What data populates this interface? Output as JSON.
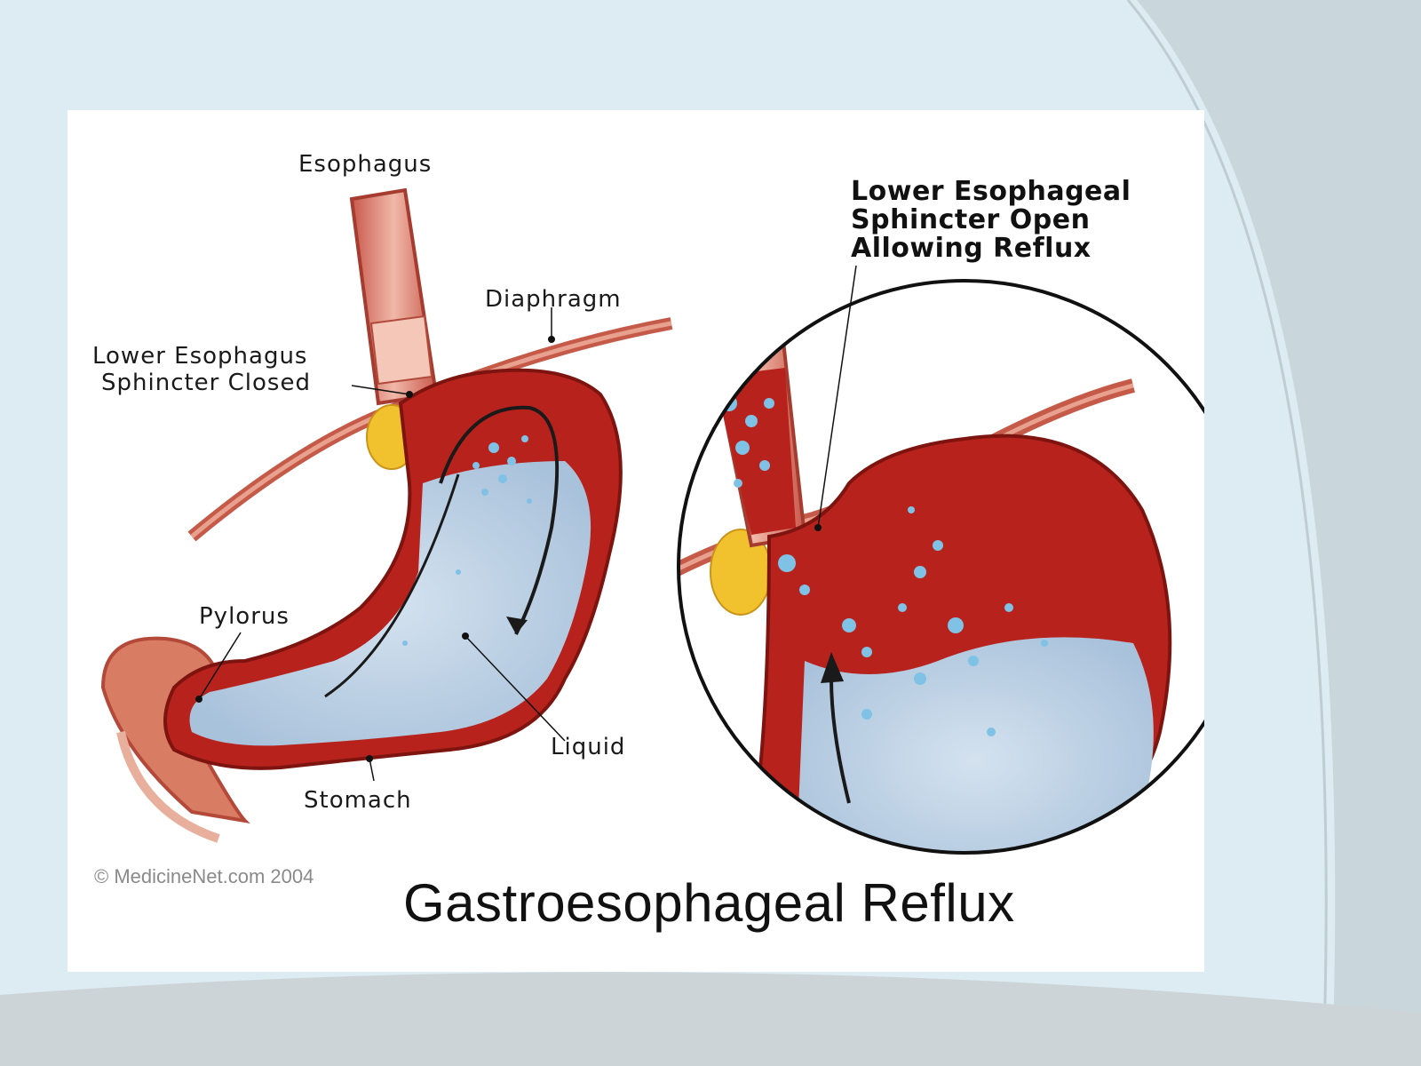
{
  "labels": {
    "esophagus": "Esophagus",
    "diaphragm": "Diaphragm",
    "les_closed_1": "Lower Esophagus",
    "les_closed_2": "Sphincter Closed",
    "les_open_1": "Lower Esophageal",
    "les_open_2": "Sphincter Open",
    "les_open_3": "Allowing Reflux",
    "pylorus": "Pylorus",
    "liquid": "Liquid",
    "stomach": "Stomach"
  },
  "credit": "© MedicineNet.com   2004",
  "title": "Gastroesophageal Reflux",
  "colors": {
    "slide_bg": "#dcecf2",
    "tissue_red": "#b8221c",
    "tissue_pink": "#e8a090",
    "liquid_blue": "#b9cfe3",
    "fat_yellow": "#f2c22e"
  }
}
